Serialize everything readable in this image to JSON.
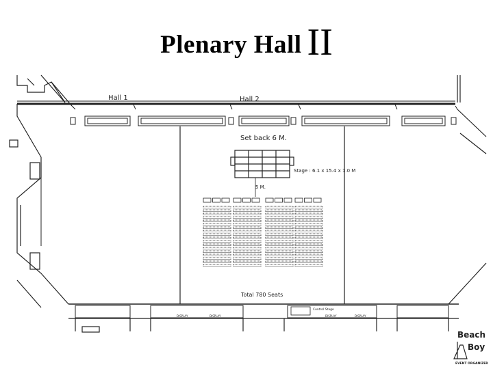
{
  "title": {
    "main": "Plenary Hall",
    "numeral": "II"
  },
  "labels": {
    "hall1": "Hall 1",
    "hall2": "Hall 2",
    "setback": "Set back 6 M.",
    "stage": "Stage : 6.1 x 15.4 x 1.0 M",
    "aisle": "5 M.",
    "total": "Total 780 Seats",
    "display": "DISPLAY",
    "control": "Control Stage"
  },
  "logo": {
    "line1": "Beach",
    "line2": "Boy",
    "tagline": "EVENT ORGANIZER"
  },
  "seating": {
    "blocks": 4,
    "rows_per_block": 18,
    "front_boxes_per_block": 3
  },
  "colors": {
    "ink": "#222222",
    "background": "#ffffff"
  }
}
